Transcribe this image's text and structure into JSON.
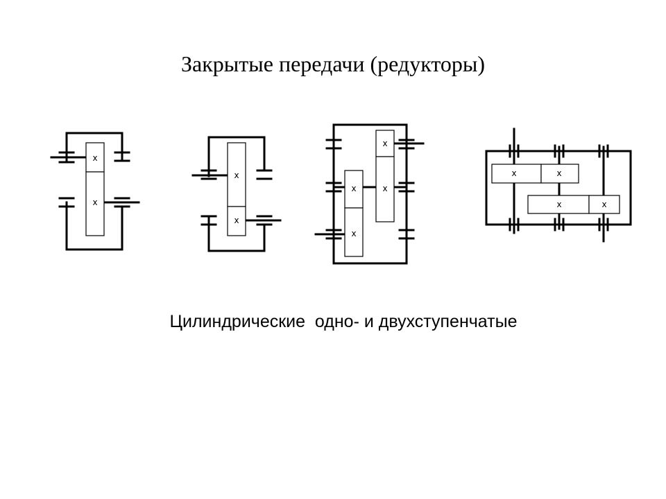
{
  "slide": {
    "title": "Закрытые передачи (редукторы)",
    "caption": "Цилиндрические  одно- и двухступенчатые"
  },
  "gear_mark": "x"
}
